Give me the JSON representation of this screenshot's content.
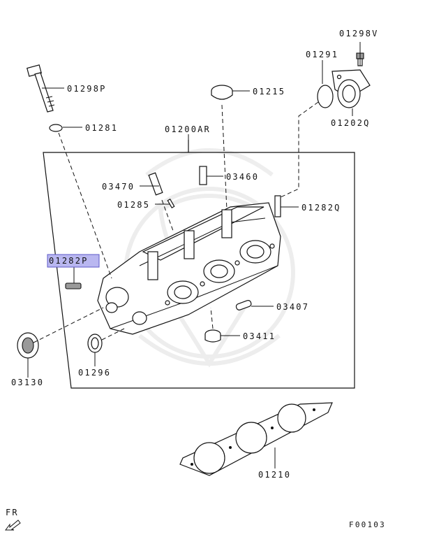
{
  "diagram": {
    "parts": [
      {
        "id": "01298V",
        "label": "01298V"
      },
      {
        "id": "01291",
        "label": "01291"
      },
      {
        "id": "01298P",
        "label": "01298P"
      },
      {
        "id": "01215",
        "label": "01215"
      },
      {
        "id": "01281",
        "label": "01281"
      },
      {
        "id": "01200AR",
        "label": "01200AR"
      },
      {
        "id": "01202Q",
        "label": "01202Q"
      },
      {
        "id": "03460",
        "label": "03460"
      },
      {
        "id": "03470",
        "label": "03470"
      },
      {
        "id": "01285",
        "label": "01285"
      },
      {
        "id": "01282Q",
        "label": "01282Q"
      },
      {
        "id": "01282P",
        "label": "01282P",
        "highlighted": true
      },
      {
        "id": "03407",
        "label": "03407"
      },
      {
        "id": "03411",
        "label": "03411"
      },
      {
        "id": "01296",
        "label": "01296"
      },
      {
        "id": "03130",
        "label": "03130"
      },
      {
        "id": "01210",
        "label": "01210"
      }
    ],
    "fr_label": "FR",
    "figure_code": "F00103",
    "highlight_color": "#b9b7f0"
  }
}
